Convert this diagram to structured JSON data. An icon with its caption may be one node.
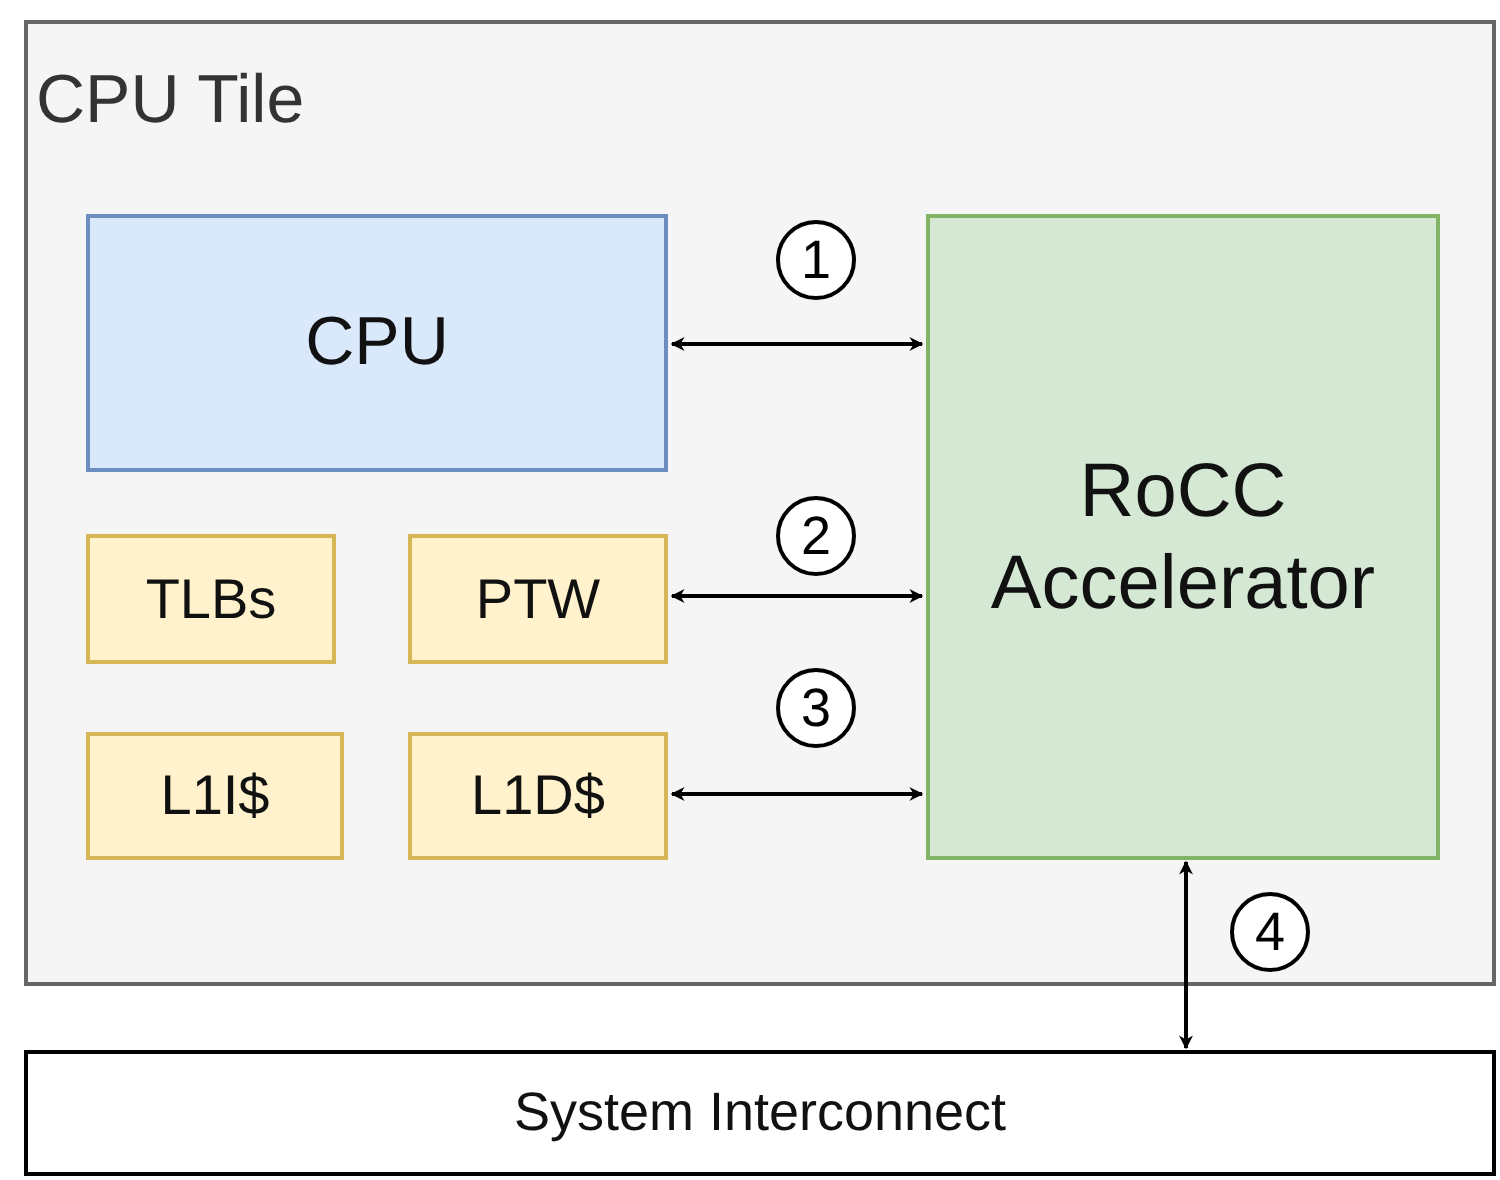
{
  "diagram": {
    "nodes": [
      {
        "text": [
          "CPU Tile"
        ]
      },
      {
        "text": [
          "CPU"
        ],
        "in": 0
      },
      {
        "text": [
          "TLBs"
        ],
        "in": 0
      },
      {
        "text": [
          "PTW"
        ],
        "in": 0
      },
      {
        "text": [
          "L1I$"
        ],
        "in": 0
      },
      {
        "text": [
          "L1D$"
        ],
        "in": 0
      },
      {
        "text": [
          "RoCC Accelerator"
        ],
        "in": 0
      },
      {
        "text": [
          "System Interconnect"
        ]
      }
    ],
    "edges": [
      {
        "from": 1,
        "to": 6,
        "arrow": "both",
        "label": "1"
      },
      {
        "from": 3,
        "to": 6,
        "arrow": "both",
        "label": "2"
      },
      {
        "from": 5,
        "to": 6,
        "arrow": "both",
        "label": "3"
      },
      {
        "from": 6,
        "to": 7,
        "arrow": "both",
        "label": "4"
      }
    ]
  }
}
